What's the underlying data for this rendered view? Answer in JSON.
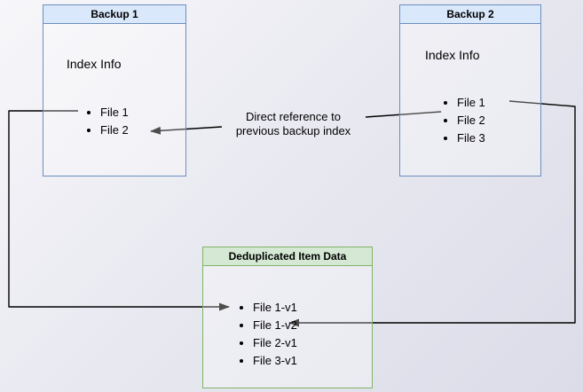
{
  "canvas": {
    "background_top": "#f7f7fa",
    "background_bottom": "#dcdce9"
  },
  "nodes": {
    "backup1": {
      "title": "Backup 1",
      "subtitle": "Index Info",
      "files": [
        "File 1",
        "File 2"
      ],
      "header_fill": "#dae8fc",
      "border_color": "#6c8ebf"
    },
    "backup2": {
      "title": "Backup 2",
      "subtitle": "Index Info",
      "files": [
        "File 1",
        "File 2",
        "File 3"
      ],
      "header_fill": "#dae8fc",
      "border_color": "#6c8ebf"
    },
    "dedup": {
      "title": "Deduplicated Item Data",
      "items": [
        "File 1-v1",
        "File 1-v2",
        "File 2-v1",
        "File 3-v1"
      ],
      "header_fill": "#d5e8d4",
      "border_color": "#82b366"
    }
  },
  "edges": {
    "color": "#000000",
    "direct_reference": {
      "label_line1": "Direct reference to",
      "label_line2": "previous backup index"
    }
  }
}
